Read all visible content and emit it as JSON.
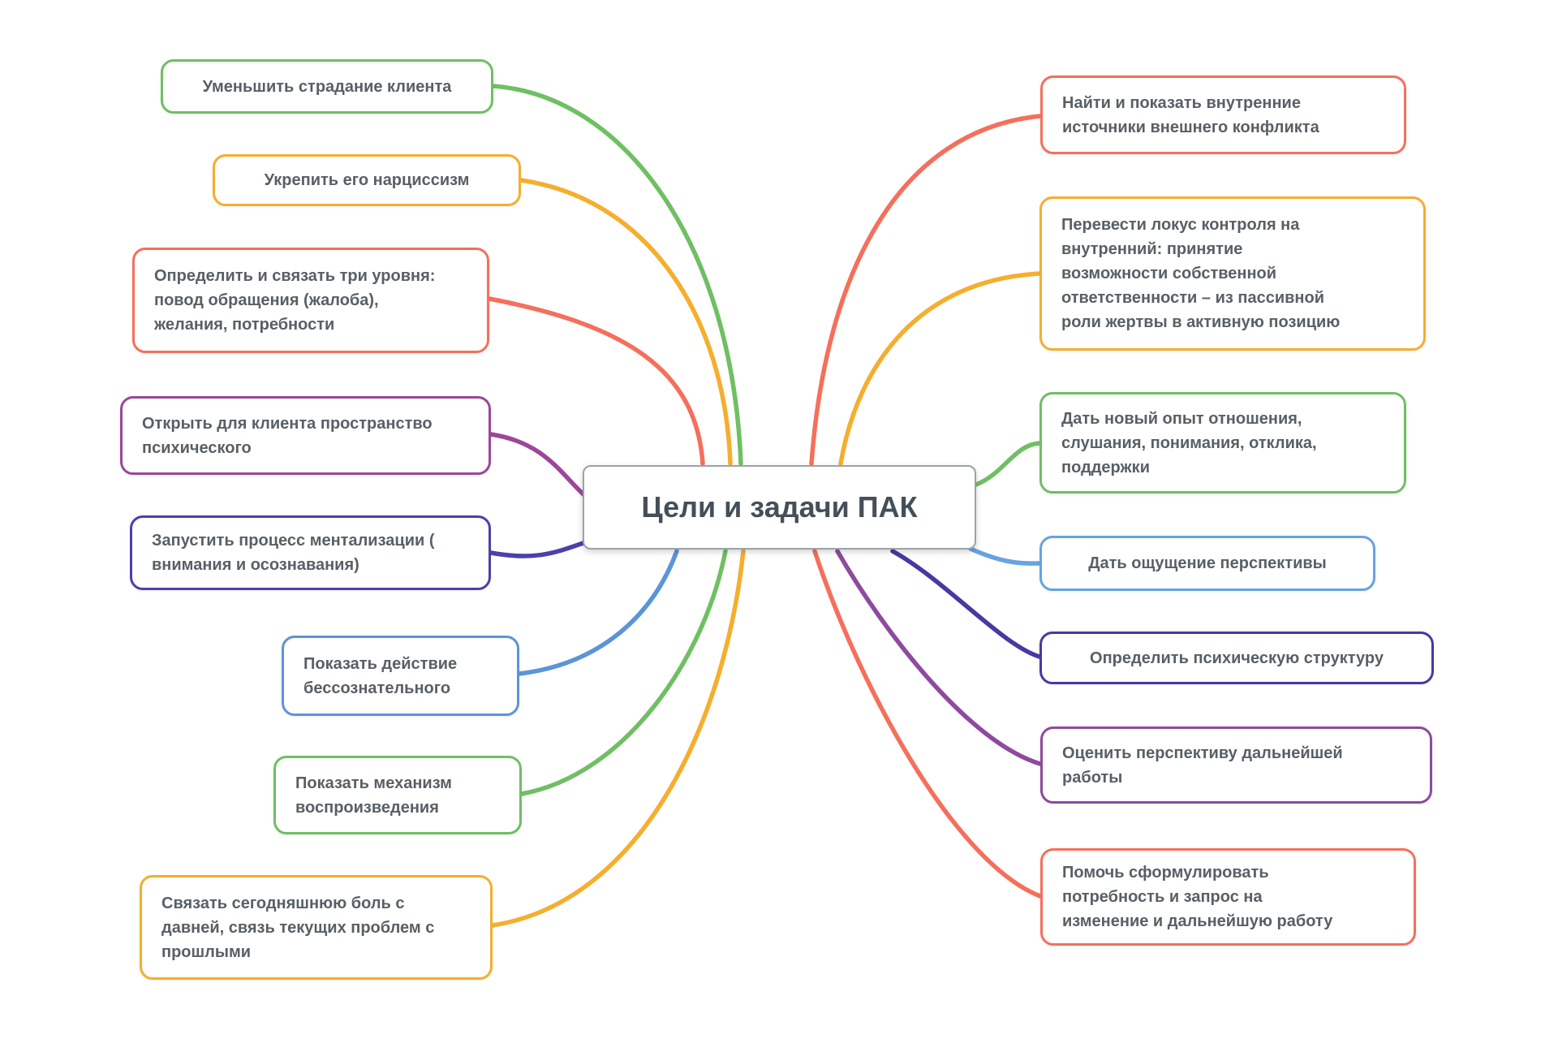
{
  "title": "Цели и задачи ПАК",
  "center": {
    "label": "Цели и задачи ПАК",
    "border_color": "#9aa3ac",
    "text_color": "#454f59"
  },
  "left_nodes": [
    {
      "label": "Уменьшить страдание клиента",
      "color": "#6fbf63"
    },
    {
      "label": "Укрепить его нарциссизм",
      "color": "#f5ae2e"
    },
    {
      "label": "Определить и связать три уровня:\nповод обращения (жалоба),\nжелания, потребности",
      "color": "#f4705c"
    },
    {
      "label": "Открыть для клиента пространство\nпсихического",
      "color": "#9c4798"
    },
    {
      "label": "Запустить процесс ментализации (\nвнимания и осознавания)",
      "color": "#4a41aa"
    },
    {
      "label": "Показать действие\nбессознательного",
      "color": "#5a95d8"
    },
    {
      "label": "Показать механизм\nвоспроизведения",
      "color": "#6fbf63"
    },
    {
      "label": "Связать сегодняшнюю боль с\nдавней, связь текущих проблем с\nпрошлыми",
      "color": "#f5ae2e"
    }
  ],
  "right_nodes": [
    {
      "label": "Найти и показать внутренние\nисточники внешнего конфликта",
      "color": "#f4705c"
    },
    {
      "label": "Перевести локус контроля на\nвнутренний: принятие\nвозможности собственной\nответственности – из пассивной\nроли жертвы в активную позицию",
      "color": "#f5ae2e"
    },
    {
      "label": "Дать новый опыт отношения,\nслушания, понимания, отклика,\nподдержки",
      "color": "#6fbf63"
    },
    {
      "label": "Дать ощущение перспективы",
      "color": "#66a3e0"
    },
    {
      "label": "Определить психическую структуру",
      "color": "#4739a2"
    },
    {
      "label": "Оценить перспективу дальнейшей\nработы",
      "color": "#8e4a9e"
    },
    {
      "label": "Помочь сформулировать\nпотребность и запрос на\nизменение и дальнейшую работу",
      "color": "#f4705c"
    }
  ]
}
